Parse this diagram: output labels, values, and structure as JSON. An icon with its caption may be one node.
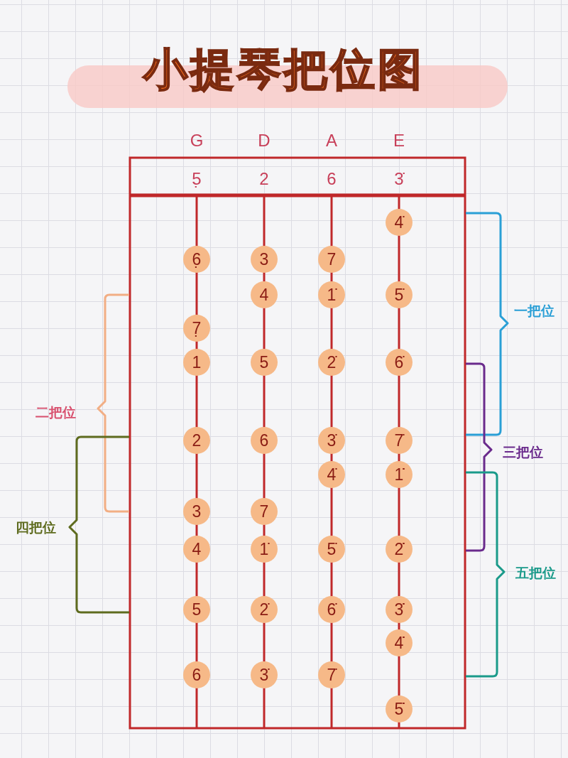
{
  "diagram": {
    "title": "小提琴把位图",
    "nodes": [
      {
        "text": [
          "4̇"
        ]
      },
      {
        "text": [
          "6̣"
        ]
      },
      {
        "text": [
          "3"
        ]
      },
      {
        "text": [
          "7"
        ]
      },
      {
        "text": [
          "4"
        ]
      },
      {
        "text": [
          "1̇"
        ]
      },
      {
        "text": [
          "5̇"
        ]
      },
      {
        "text": [
          "7̣"
        ]
      },
      {
        "text": [
          "1"
        ]
      },
      {
        "text": [
          "5"
        ]
      },
      {
        "text": [
          "2̇"
        ]
      },
      {
        "text": [
          "6̇"
        ]
      },
      {
        "text": [
          "2"
        ]
      },
      {
        "text": [
          "6"
        ]
      },
      {
        "text": [
          "3̇"
        ]
      },
      {
        "text": [
          "7̇"
        ]
      },
      {
        "text": [
          "4̇"
        ]
      },
      {
        "text": [
          "1̇̇"
        ]
      },
      {
        "text": [
          "3"
        ]
      },
      {
        "text": [
          "7"
        ]
      },
      {
        "text": [
          "4"
        ]
      },
      {
        "text": [
          "1̇"
        ]
      },
      {
        "text": [
          "5̇"
        ]
      },
      {
        "text": [
          "2̇̇"
        ]
      },
      {
        "text": [
          "5"
        ]
      },
      {
        "text": [
          "2̇"
        ]
      },
      {
        "text": [
          "6̇"
        ]
      },
      {
        "text": [
          "3̇̇"
        ]
      },
      {
        "text": [
          "4̇̇"
        ]
      },
      {
        "text": [
          "6"
        ]
      },
      {
        "text": [
          "3̇"
        ]
      },
      {
        "text": [
          "7̇"
        ]
      },
      {
        "text": [
          "5̇̇"
        ]
      }
    ],
    "labels": [
      "G",
      "D",
      "A",
      "E",
      "5̣",
      "2",
      "6",
      "3̇",
      "一把位",
      "二把位",
      "三把位",
      "四把位",
      "五把位"
    ]
  }
}
